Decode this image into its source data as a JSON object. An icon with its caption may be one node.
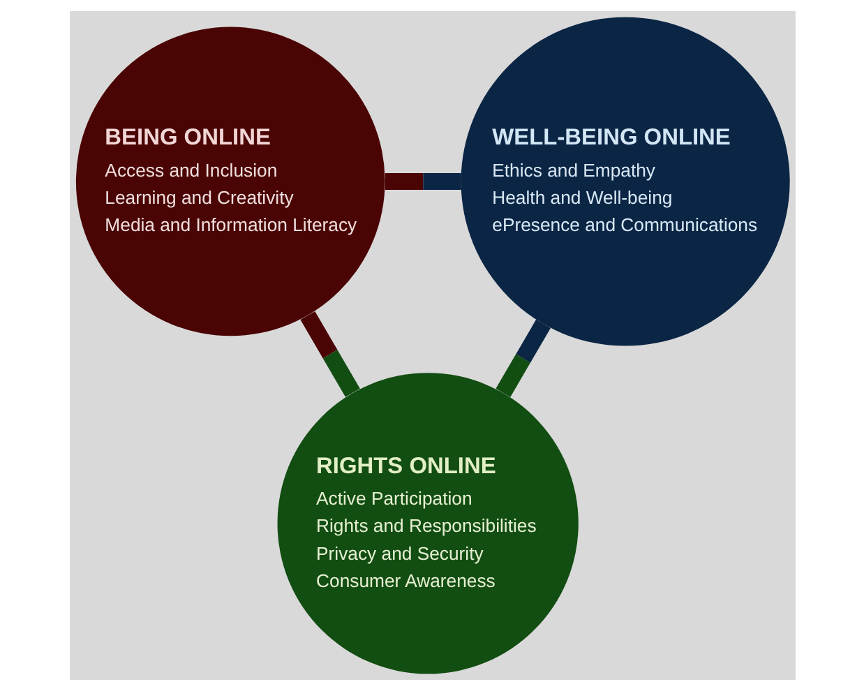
{
  "diagram": {
    "nodes": [
      {
        "text": [
          "BEING ONLINE",
          "Access and Inclusion",
          "Learning and Creativity",
          "Media and Information Literacy"
        ]
      },
      {
        "text": [
          "WELL-BEING ONLINE",
          "Ethics and Empathy",
          "Health and Well-being",
          "ePresence and Communications"
        ]
      },
      {
        "text": [
          "RIGHTS ONLINE",
          "Active Participation",
          "Rights and Responsibilities",
          "Privacy and Security",
          "Consumer Awareness"
        ]
      }
    ],
    "edges": [
      {
        "from": 0,
        "to": 1,
        "arrow": "none"
      },
      {
        "from": 0,
        "to": 2,
        "arrow": "none"
      },
      {
        "from": 1,
        "to": 2,
        "arrow": "none"
      }
    ]
  }
}
